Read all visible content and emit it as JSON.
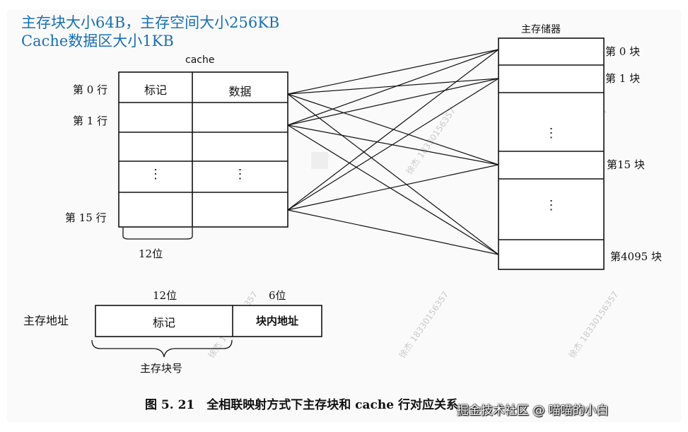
{
  "notes": {
    "line1": "主存块大小64B，主存空间大小256KB",
    "line2": "Cache数据区大小1KB"
  },
  "cache": {
    "title": "cache",
    "col_tag": "标记",
    "col_data": "数据",
    "dots": "⋮",
    "rows": [
      "第 0 行",
      "第 1 行",
      "第 15 行"
    ],
    "tag_bits": "12位"
  },
  "memory": {
    "title": "主存储器",
    "blocks": [
      "第 0 块",
      "第 1 块",
      "第15 块",
      "第4095 块"
    ],
    "dots": "⋮"
  },
  "address": {
    "label": "主存地址",
    "tag_bits": "12位",
    "offset_bits": "6位",
    "tag_field": "标记",
    "offset_field": "块内地址",
    "block_no": "主存块号"
  },
  "caption": "图 5. 21　全相联映射方式下主存块和 cache 行对应关系",
  "watermark": "掘金技术社区 @ 喵喵的小白",
  "faint_watermark": "徐杰 18330156357"
}
